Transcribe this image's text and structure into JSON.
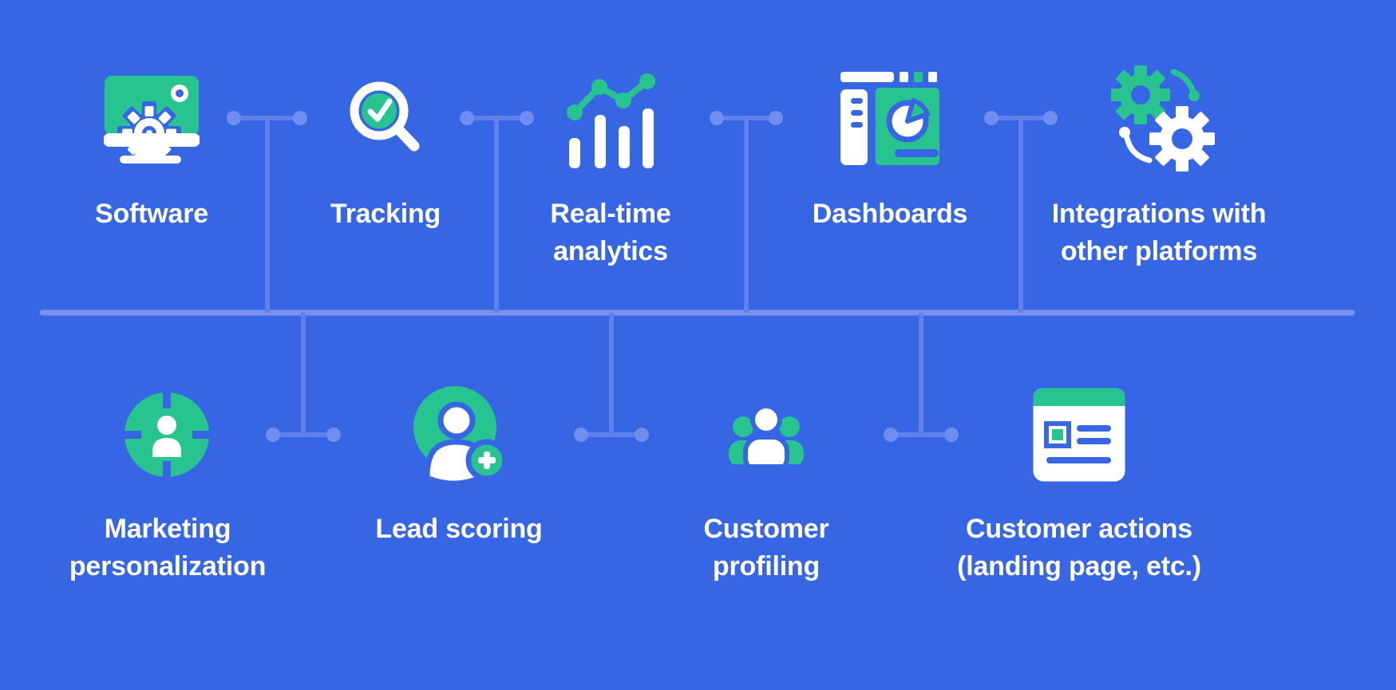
{
  "diagram": {
    "type": "feature-map",
    "top_row": [
      {
        "id": "software",
        "icon": "monitor-gear-icon",
        "line1": "Software",
        "line2": ""
      },
      {
        "id": "tracking",
        "icon": "magnifier-check-icon",
        "line1": "Tracking",
        "line2": ""
      },
      {
        "id": "real-time-analytics",
        "icon": "bar-chart-trend-icon",
        "line1": "Real-time",
        "line2": "analytics"
      },
      {
        "id": "dashboards",
        "icon": "dashboard-pie-icon",
        "line1": "Dashboards",
        "line2": ""
      },
      {
        "id": "integrations",
        "icon": "gears-sync-icon",
        "line1": "Integrations with",
        "line2": "other platforms"
      }
    ],
    "bottom_row": [
      {
        "id": "marketing-personalization",
        "icon": "target-user-icon",
        "line1": "Marketing",
        "line2": "personalization"
      },
      {
        "id": "lead-scoring",
        "icon": "user-add-icon",
        "line1": "Lead scoring",
        "line2": ""
      },
      {
        "id": "customer-profiling",
        "icon": "users-group-icon",
        "line1": "Customer",
        "line2": "profiling"
      },
      {
        "id": "customer-actions",
        "icon": "landing-page-icon",
        "line1": "Customer actions",
        "line2": "(landing page, etc.)"
      }
    ]
  },
  "colors": {
    "background": "#3666E3",
    "accent_green": "#28C48F",
    "icon_white": "#FFFFFF",
    "connector_line": "#5F81E9",
    "connector_dot": "#6F8EF0",
    "trunk_line": "#7B93EA",
    "text": "#FFFFFF"
  }
}
